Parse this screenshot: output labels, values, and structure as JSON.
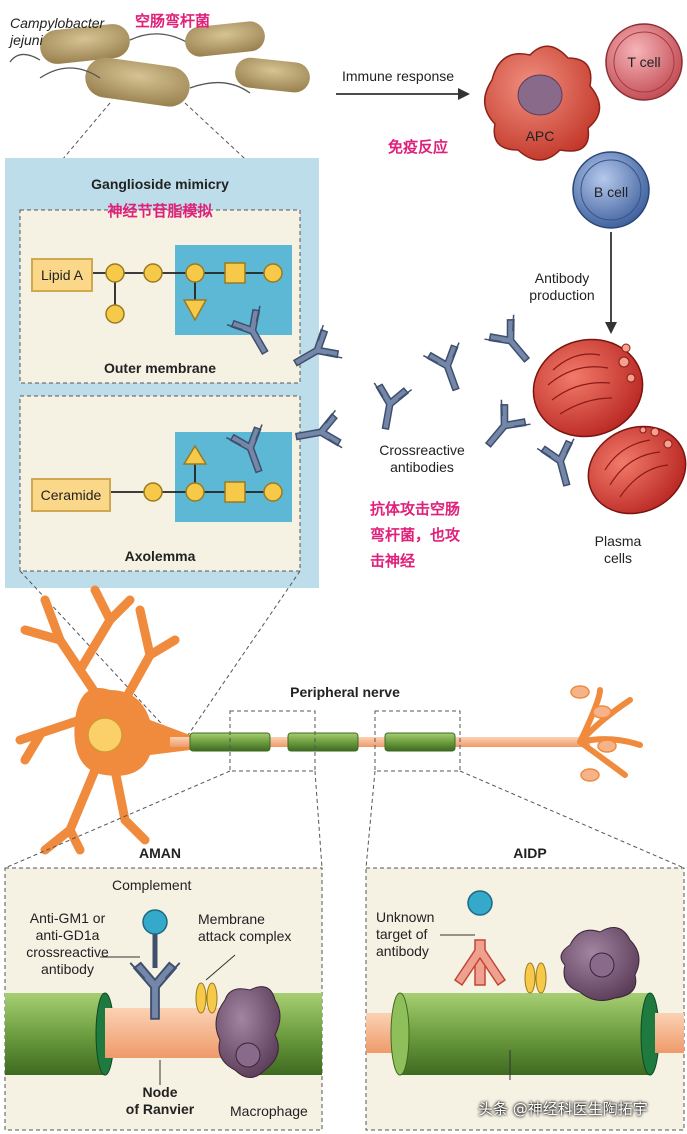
{
  "labels": {
    "bacterium": "Campylobacter\njejuni",
    "bacterium_cn": "空肠弯杆菌",
    "immune_response": "Immune response",
    "immune_response_cn": "免疫反应",
    "apc": "APC",
    "t_cell": "T cell",
    "b_cell": "B cell",
    "antibody_production": "Antibody\nproduction",
    "ganglioside_mimicry": "Ganglioside mimicry",
    "ganglioside_mimicry_cn": "神经节苷脂模拟",
    "lipid_a": "Lipid A",
    "outer_membrane": "Outer membrane",
    "ceramide": "Ceramide",
    "axolemma": "Axolemma",
    "crossreactive_antibodies": "Crossreactive\nantibodies",
    "attack_cn": "抗体攻击空肠\n弯杆菌，也攻\n击神经",
    "plasma_cells": "Plasma\ncells",
    "peripheral_nerve": "Peripheral nerve",
    "aman": "AMAN",
    "aidp": "AIDP",
    "complement": "Complement",
    "anti_gm1": "Anti-GM1 or\nanti-GD1a\ncrossreactive\nantibody",
    "mac": "Membrane\nattack complex",
    "node_of_ranvier": "Node\nof Ranvier",
    "macrophage": "Macrophage",
    "unknown_target": "Unknown\ntarget of\nantibody",
    "watermark": "头条 @神经科医生陶拓宇"
  },
  "colors": {
    "bacterium": "#b09a6a",
    "mimicry_panel": "#bcdde9",
    "inner_panel": "#f5f1e3",
    "sugar_box": "#5db8d6",
    "sugar_yellow": "#f7c948",
    "antibody_blue": "#6a7fa3",
    "apc_red": "#d94a3c",
    "t_cell_red": "#d86068",
    "b_cell_blue": "#5478b0",
    "plasma_red": "#d8302a",
    "neuron_orange": "#f08a3c",
    "myelin_green": "#8fbf5a",
    "axon_peach": "#f6b38a",
    "macrophage_purple": "#7a5a78",
    "complement_cyan": "#35a9c9",
    "pink_annotation": "#e0207a"
  },
  "icons": [
    "bacterium",
    "antibody",
    "apc-cell",
    "t-cell",
    "b-cell",
    "plasma-cell",
    "neuron",
    "myelinated-axon",
    "complement",
    "membrane-attack-complex",
    "macrophage"
  ]
}
